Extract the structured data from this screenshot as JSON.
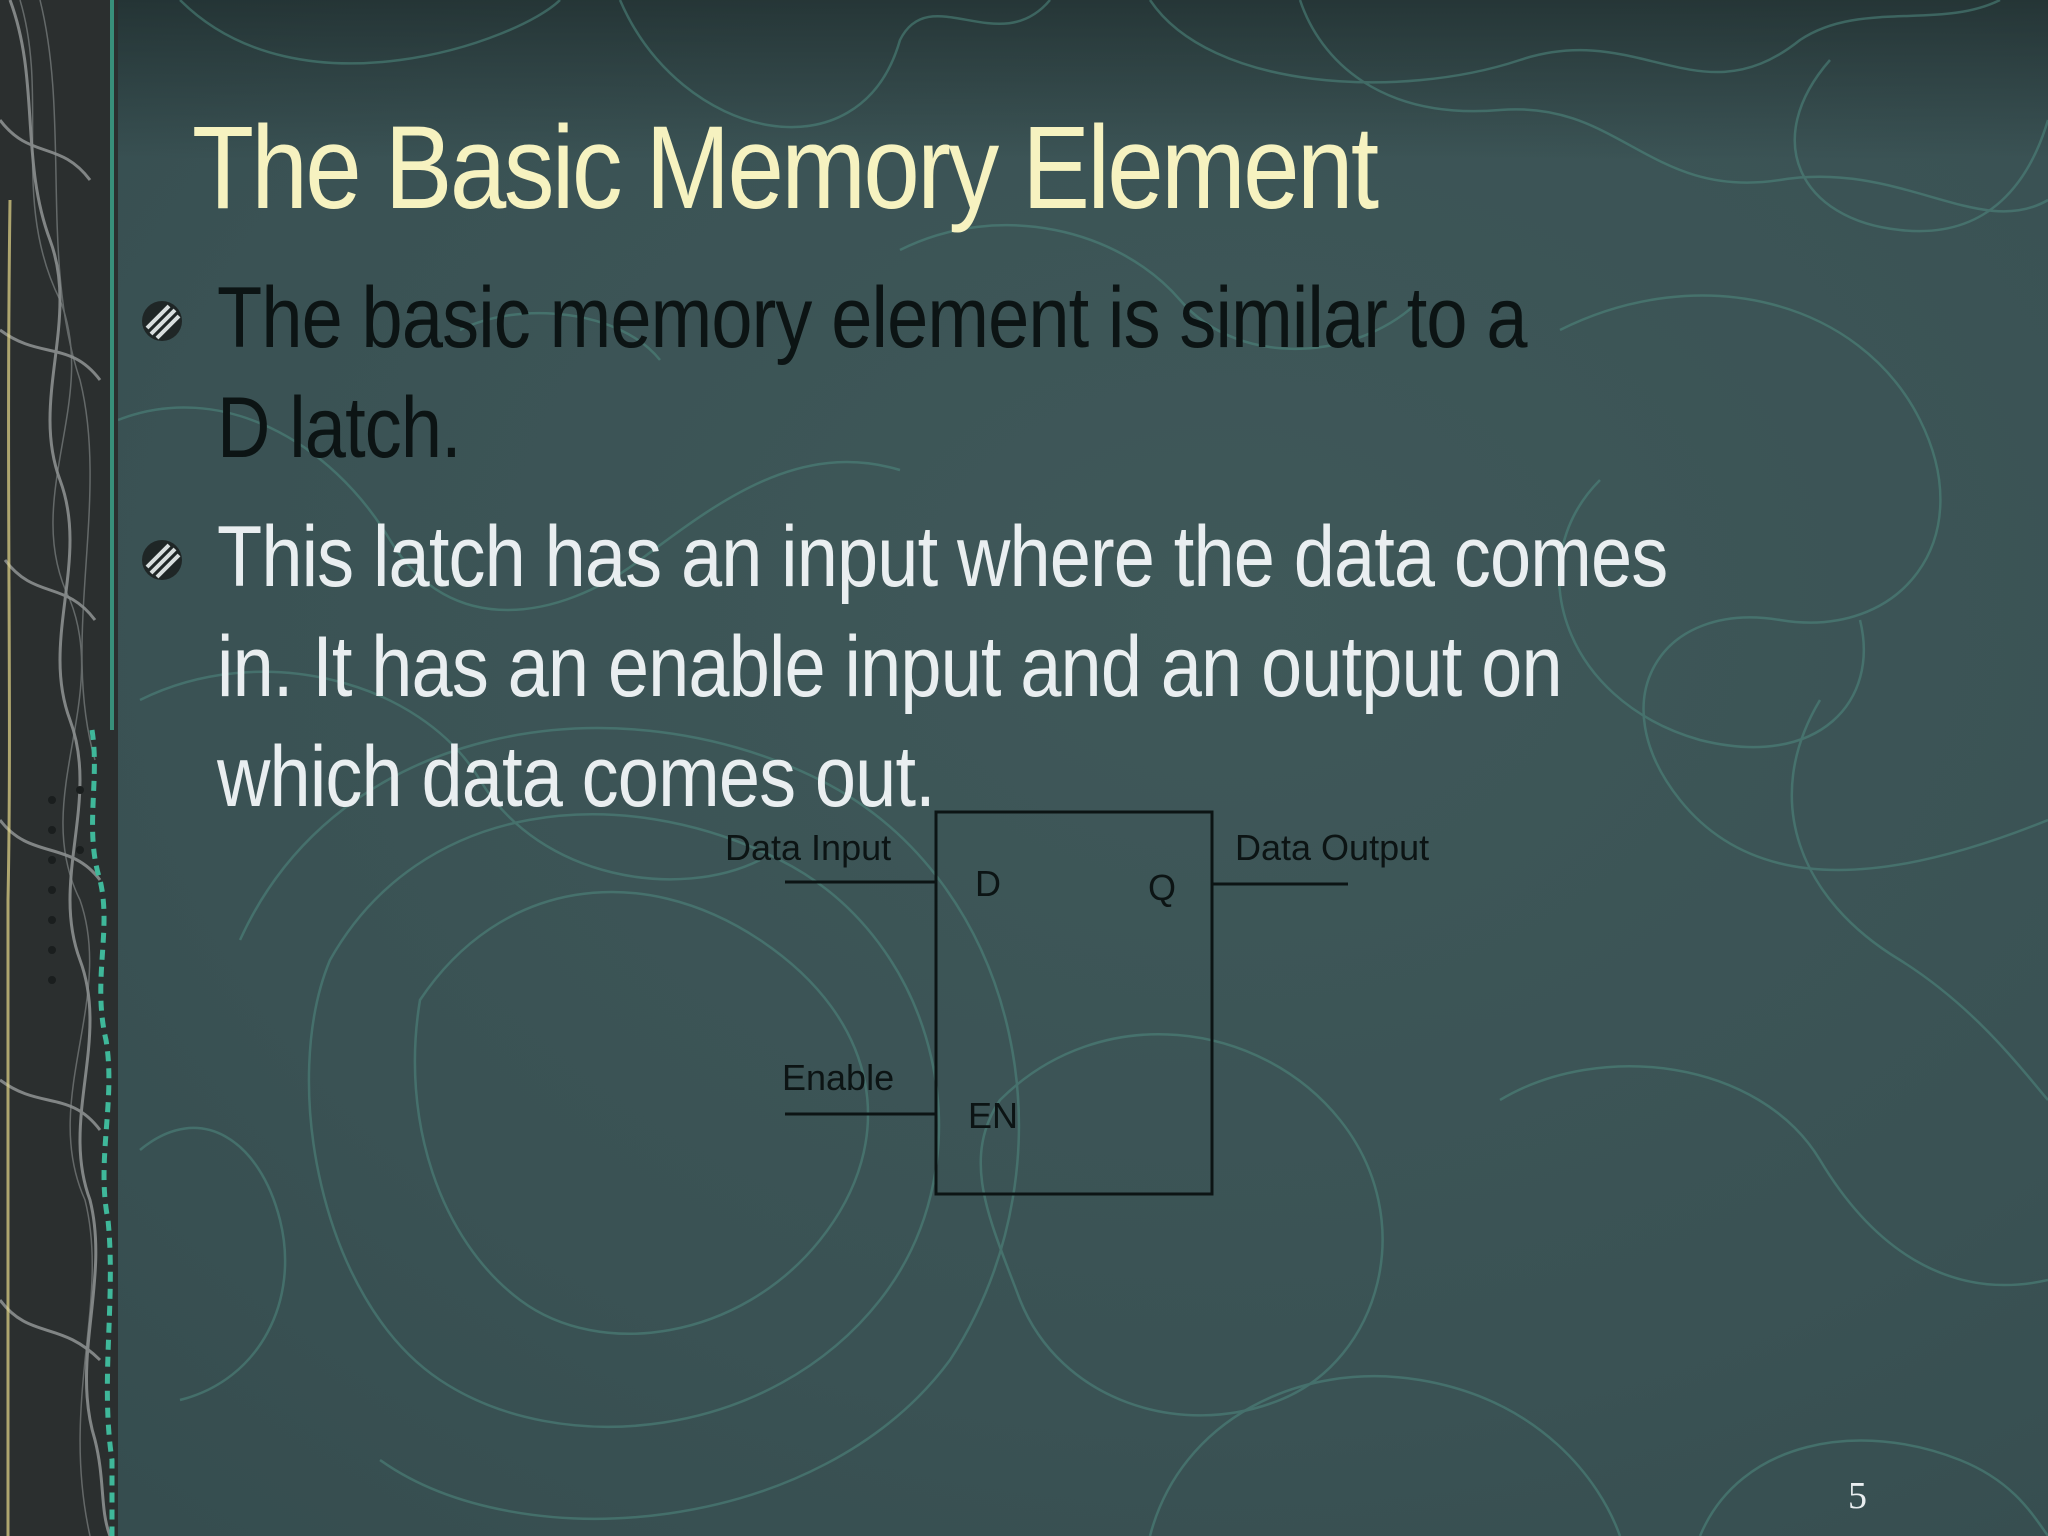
{
  "slide": {
    "title": "The Basic Memory Element",
    "bullets": [
      "The basic memory element is similar to a D latch.",
      "This latch has an input where the data comes in. It has an enable input and an output on which data comes out."
    ],
    "page_number": "5"
  },
  "diagram": {
    "data_input_label": "Data Input",
    "enable_label": "Enable",
    "data_output_label": "Data Output",
    "pin_d": "D",
    "pin_q": "Q",
    "pin_en": "EN"
  },
  "colors": {
    "background": "#3c5557",
    "title": "#f6f2c0",
    "contour_lines": "#4f8a80",
    "bullet_1_text": "#0c1414",
    "bullet_2_text": "#e9eef0"
  }
}
